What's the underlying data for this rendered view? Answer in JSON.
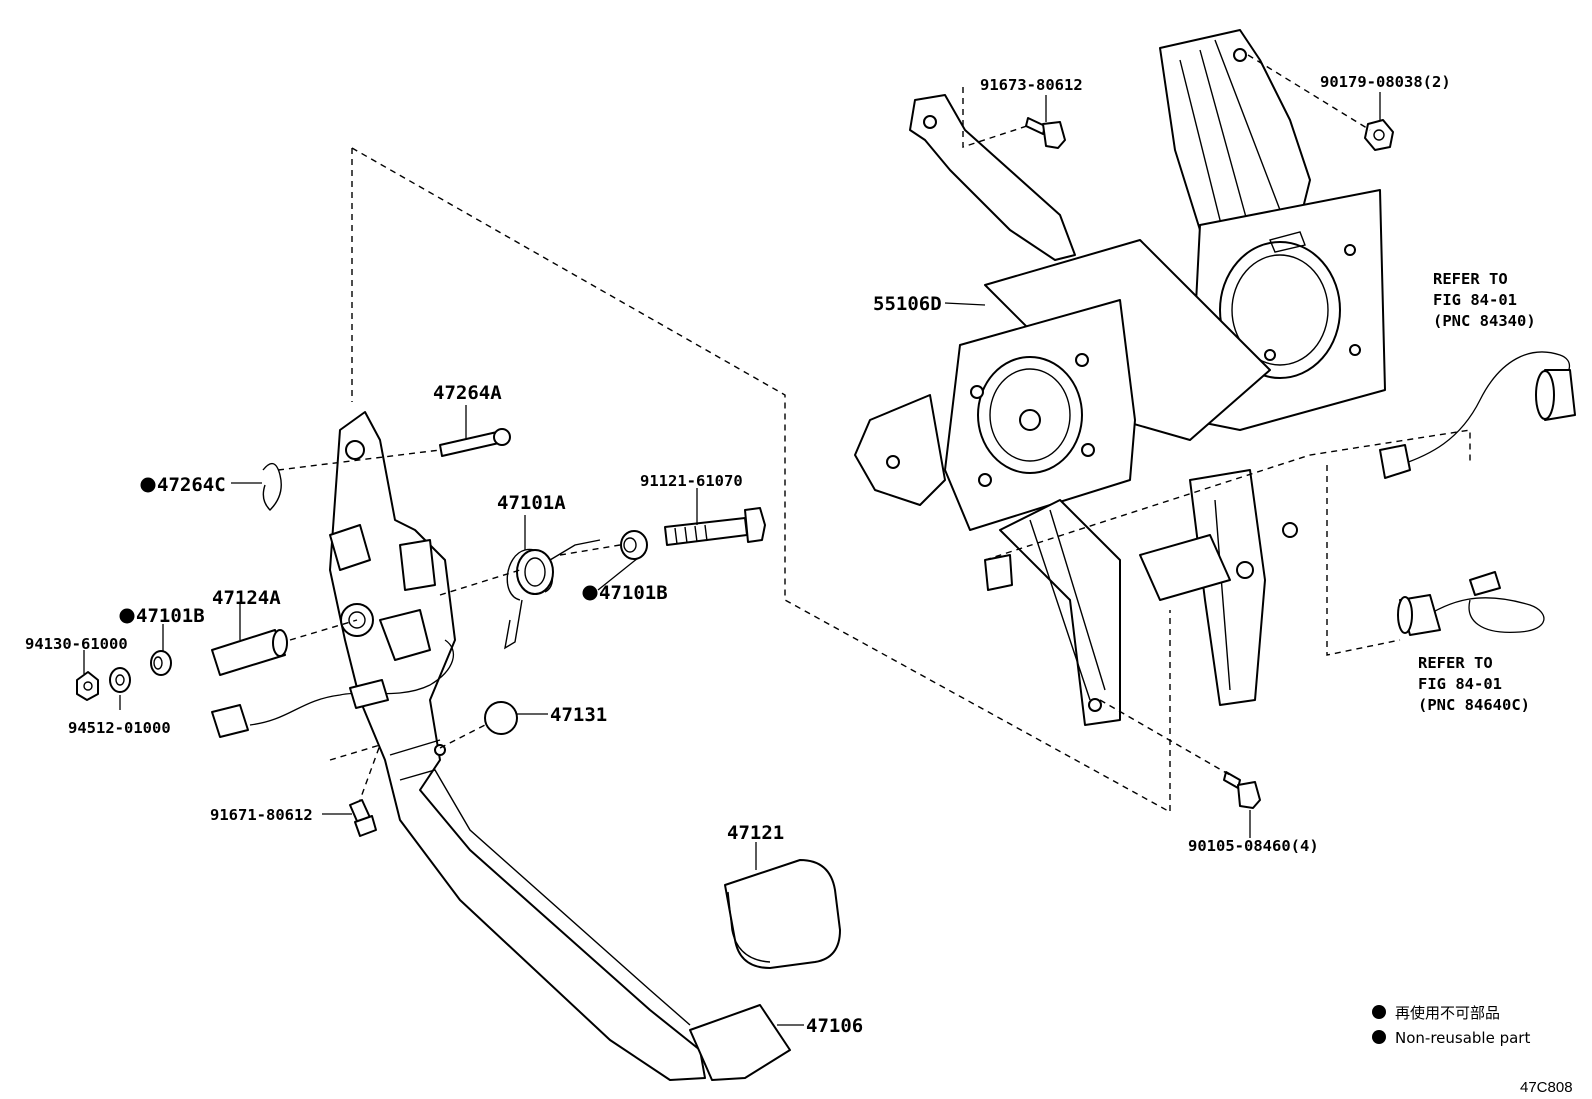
{
  "callouts": {
    "p47264A": "47264A",
    "p47264C": "47264C",
    "p47101A": "47101A",
    "p91121": "91121-61070",
    "p47101B_right": "47101B",
    "p47124A": "47124A",
    "p47101B_left": "47101B",
    "p94130": "94130-61000",
    "p94512": "94512-01000",
    "p47131": "47131",
    "p91671": "91671-80612",
    "p47121": "47121",
    "p47106": "47106",
    "p55106D": "55106D",
    "p91673": "91673-80612",
    "p90179": "90179-08038(2)",
    "p90105": "90105-08460(4)"
  },
  "refers": {
    "upper": {
      "line1": "REFER TO",
      "line2": "FIG 84-01",
      "line3": "(PNC 84340)"
    },
    "lower": {
      "line1": "REFER TO",
      "line2": "FIG 84-01",
      "line3": "(PNC 84640C)"
    }
  },
  "legend": {
    "japanese": "再使用不可部品",
    "english": "Non-reusable part"
  },
  "figure_code": "47C808",
  "colors": {
    "ink": "#000000",
    "paper": "#ffffff"
  }
}
